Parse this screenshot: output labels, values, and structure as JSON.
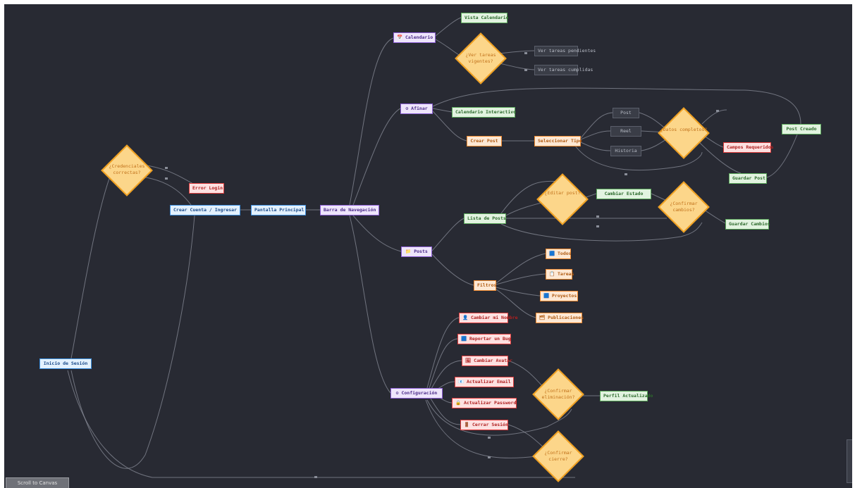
{
  "canvas_bg": "#282a33",
  "colors": {
    "blue": "#3d8fe0",
    "purple": "#8c5fd6",
    "green": "#5aa85a",
    "orange": "#f08a30",
    "red": "#e03c3c",
    "diamond": "#fcd68a",
    "edge": "#8a8e99"
  },
  "nodes": {
    "inicio_sesion": "Inicio de Sesión",
    "crear_cuenta": "Crear Cuenta / Ingresar",
    "error_login": "Error Login",
    "pantalla_principal": "Pantalla Principal",
    "barra_navegacion": "Barra de Navegación",
    "calendario": "📅 Calendario",
    "vista_calendario": "Vista Calendario",
    "tareas_opt_1": "Ver tareas pendientes",
    "tareas_opt_2": "Ver tareas cumplidas",
    "afinar": "⚙ Afinar",
    "calendario_interactivo": "Calendario Interactivo",
    "crear_post": "Crear Post",
    "seleccionar_tipo": "Seleccionar Tipo",
    "tipo_a": "Post",
    "tipo_b": "Reel",
    "tipo_c": "Historia",
    "campos_requeridos": "Campos Requeridos",
    "post_creado": "Post Creado",
    "guardar_post": "Guardar Post",
    "posts": "📁 Posts",
    "lista_posts": "Lista de Posts",
    "cambiar_estado": "Cambiar Estado",
    "guardar_cambios": "Guardar Cambios",
    "filtros": "Filtros",
    "filtro_1": "🟦 Todos",
    "filtro_2": "📋 Tareas",
    "filtro_3": "🟦 Proyectos",
    "filtro_4": "🗂 Publicaciones",
    "config": "⚙ Configuración",
    "cfg_1": "👤 Cambiar mi Nombre",
    "cfg_2": "🟦 Reportar un Bug",
    "cfg_3": "🖼 Cambiar Avatar",
    "cfg_4": "📧 Actualizar Email",
    "cfg_5": "🔒 Actualizar Password",
    "cfg_6": "🚪 Cerrar Sesión",
    "perfil_actualizado": "Perfil Actualizado"
  },
  "diamonds": {
    "credenciales": "¿Credenciales correctas?",
    "tareas": "¿Ver tareas vigentes?",
    "completos": "¿Datos completos?",
    "editar": "¿Editar post?",
    "confirmar_cambios": "¿Confirmar cambios?",
    "confirmar_eliminacion": "¿Confirmar eliminación?",
    "confirmar_cierre": "¿Confirmar cierre?"
  },
  "footer": {
    "button_label": "Scroll to Canvas"
  }
}
